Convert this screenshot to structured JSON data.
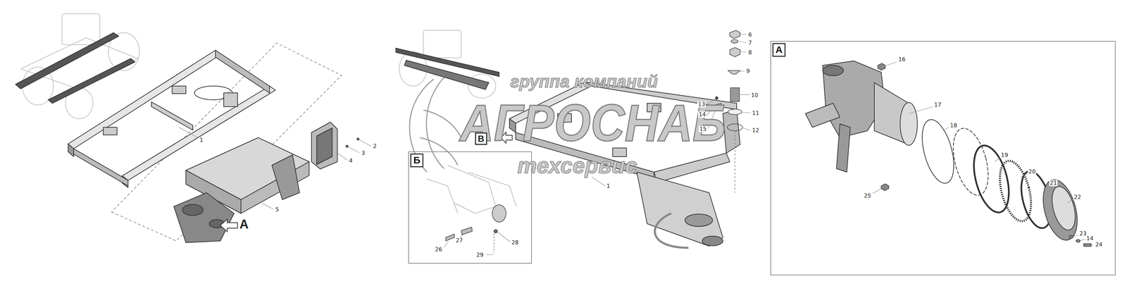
{
  "diagram": {
    "nodes": [
      {
        "text": [
          "Б"
        ]
      },
      {
        "text": [
          "А"
        ]
      }
    ],
    "labels": [
      "1",
      "2",
      "3",
      "4",
      "5",
      "А",
      "группа компаний",
      "АГРОСНАБ",
      "техсервис",
      "6",
      "7",
      "8",
      "9",
      "10",
      "11",
      "12",
      "13",
      "14",
      "15",
      "В",
      "1",
      "26",
      "27",
      "28",
      "29",
      "16",
      "17",
      "18",
      "19",
      "20",
      "21",
      "22",
      "23",
      "14",
      "24",
      "25"
    ]
  }
}
